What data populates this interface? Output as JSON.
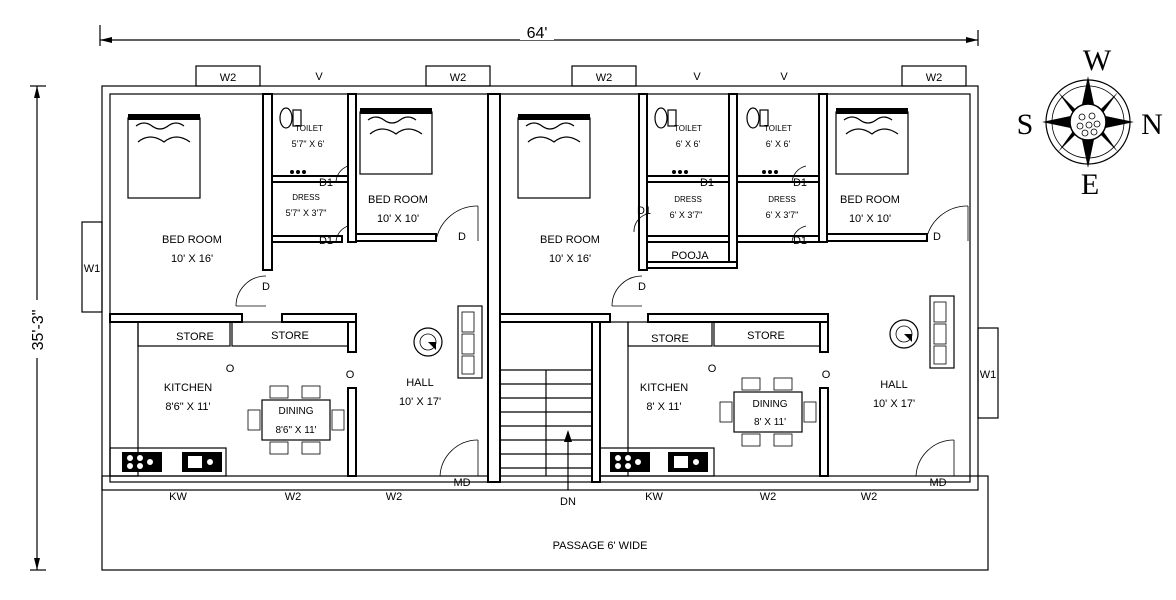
{
  "dimensions": {
    "width": "64'",
    "height": "35'-3\""
  },
  "compass": {
    "top": "W",
    "left": "S",
    "right": "N",
    "bottom": "E"
  },
  "rooms": {
    "bed1": {
      "name": "BED ROOM",
      "size": "10' X 16'"
    },
    "toilet1": {
      "name": "TOILET",
      "size": "5'7\" X 6'"
    },
    "dress1": {
      "name": "DRESS",
      "size": "5'7\" X 3'7\""
    },
    "bed2": {
      "name": "BED ROOM",
      "size": "10' X 10'"
    },
    "store1": "STORE",
    "store2": "STORE",
    "kitchen1": {
      "name": "KITCHEN",
      "size": "8'6\" X 11'"
    },
    "dining1": {
      "name": "DINING",
      "size": "8'6\" X 11'"
    },
    "hall1": {
      "name": "HALL",
      "size": "10' X 17'"
    },
    "bed3": {
      "name": "BED ROOM",
      "size": "10' X 16'"
    },
    "toilet2": {
      "name": "TOILET",
      "size": "6' X 6'"
    },
    "dress2": {
      "name": "DRESS",
      "size": "6' X 3'7\""
    },
    "pooja": "POOJA",
    "toilet3": {
      "name": "TOILET",
      "size": "6' X 6'"
    },
    "dress3": {
      "name": "DRESS",
      "size": "6' X 3'7\""
    },
    "bed4": {
      "name": "BED ROOM",
      "size": "10' X 10'"
    },
    "store3": "STORE",
    "store4": "STORE",
    "kitchen2": {
      "name": "KITCHEN",
      "size": "8' X 11'"
    },
    "dining2": {
      "name": "DINING",
      "size": "8' X 11'"
    },
    "hall2": {
      "name": "HALL",
      "size": "10' X 17'"
    },
    "passage": "PASSAGE 6' WIDE",
    "stair": "DN"
  },
  "tags": {
    "w2": "W2",
    "v": "V",
    "w1": "W1",
    "d": "D",
    "d1": "D1",
    "o": "O",
    "kw": "KW",
    "md": "MD"
  }
}
